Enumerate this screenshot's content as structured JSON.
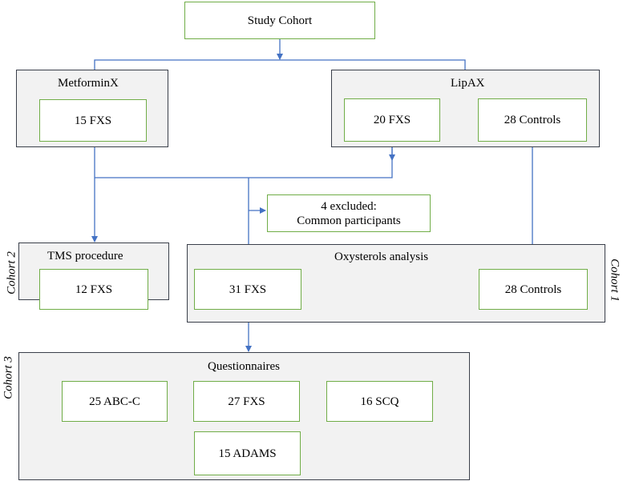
{
  "study_cohort": "Study Cohort",
  "metforminx": {
    "title": "MetforminX",
    "fxs": "15 FXS"
  },
  "lipax": {
    "title": "LipAX",
    "fxs": "20 FXS",
    "controls": "28 Controls"
  },
  "excluded": {
    "line1": "4 excluded:",
    "line2": "Common participants"
  },
  "tms": {
    "title": "TMS procedure",
    "fxs": "12 FXS"
  },
  "oxysterols": {
    "title": "Oxysterols analysis",
    "fxs": "31 FXS",
    "controls": "28 Controls"
  },
  "questionnaires": {
    "title": "Questionnaires",
    "fxs": "27 FXS",
    "abc": "25 ABC-C",
    "scq": "16 SCQ",
    "adams": "15 ADAMS"
  },
  "cohort_labels": {
    "cohort1": "Cohort 1",
    "cohort2": "Cohort 2",
    "cohort3": "Cohort 3"
  },
  "colors": {
    "arrow": "#4472c4",
    "box_border": "#70ad47",
    "group_fill": "#f2f2f2",
    "group_border": "#3a3f4a"
  }
}
